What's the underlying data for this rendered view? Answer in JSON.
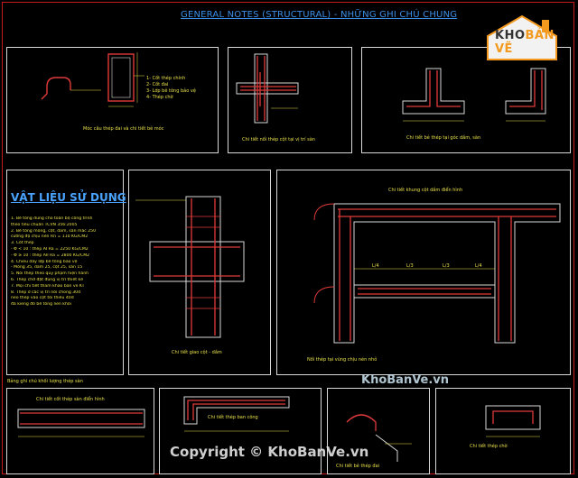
{
  "drawing": {
    "title": "GENERAL NOTES (STRUCTURAL) - NHỮNG GHI CHÚ CHUNG",
    "logo": {
      "brand_primary": "KHO",
      "brand_accent": "BẢN VẼ"
    },
    "watermark": "KhoBanVe.vn",
    "copyright": "Copyright © KhoBanVe.vn",
    "materials_title": "VẬT LIỆU SỬ DỤNG",
    "colors": {
      "frame": "#c41a1a",
      "panel": "#d9d9d9",
      "title": "#3b8fe6",
      "text": "#e8e04a",
      "rebar": "#e03a3a",
      "concrete": "#d9d9d9",
      "accent": "#f39a1e"
    }
  },
  "materials_lines": [
    "1. Bê tông dùng cho toàn bộ công trình",
    "    theo tiêu chuẩn TCVN 356:2005",
    "2. Bê tông móng, cột, dầm, sàn mác 250",
    "    cường độ chịu nén Rn = 110 KG/CM2",
    "3. Cốt thép",
    "    - Φ < 10 : thép AI  Ra = 2250 KG/CM2",
    "    - Φ ≥ 10 : thép AII Ra = 2800 KG/CM2",
    "4. Chiều dày lớp bê tông bảo vệ",
    "    - Móng 35, dầm 25, cột 25, sàn 15",
    "5. Nối thép theo quy phạm hiện hành",
    "6. Thép chờ đặt đúng vị trí thiết kế",
    "7. Mọi chi tiết tham khảo bản vẽ KT",
    "8. Thép ở các vị trí nối chồng 30d",
    "    neo thép vào cột tối thiểu 40d",
    "    đà kiềng đổ bê tông liền khối"
  ],
  "notes": {
    "p1_legend": [
      "1- Cốt thép chính",
      "2- Cốt đai",
      "3- Lớp bê tông bảo vệ",
      "4- Thép chờ"
    ],
    "p1_caption": "Móc câu thép đai và chi tiết bẻ móc",
    "p2_caption": "Chi tiết nối thép cột tại vị trí sàn",
    "p3_caption": "Chi tiết bẻ thép tại góc dầm, sàn",
    "p5_caption": "Chi tiết giao cột - dầm",
    "p6_caption_1": "Chi tiết khung cột dầm điển hình",
    "p6_caption_2": "Nối thép tại vùng chịu nén nhỏ",
    "p6_dims": [
      "L/4",
      "L/3",
      "L/3",
      "L/4"
    ],
    "p7_caption": "Chi tiết cốt thép sàn điển hình",
    "p8_caption": "Chi tiết thép ban công",
    "p9_caption": "Chi tiết bẻ thép đai",
    "p10_caption": "Chi tiết thép chờ",
    "sub_panel_caption": "Bảng ghi chú khối lượng thép sàn"
  }
}
